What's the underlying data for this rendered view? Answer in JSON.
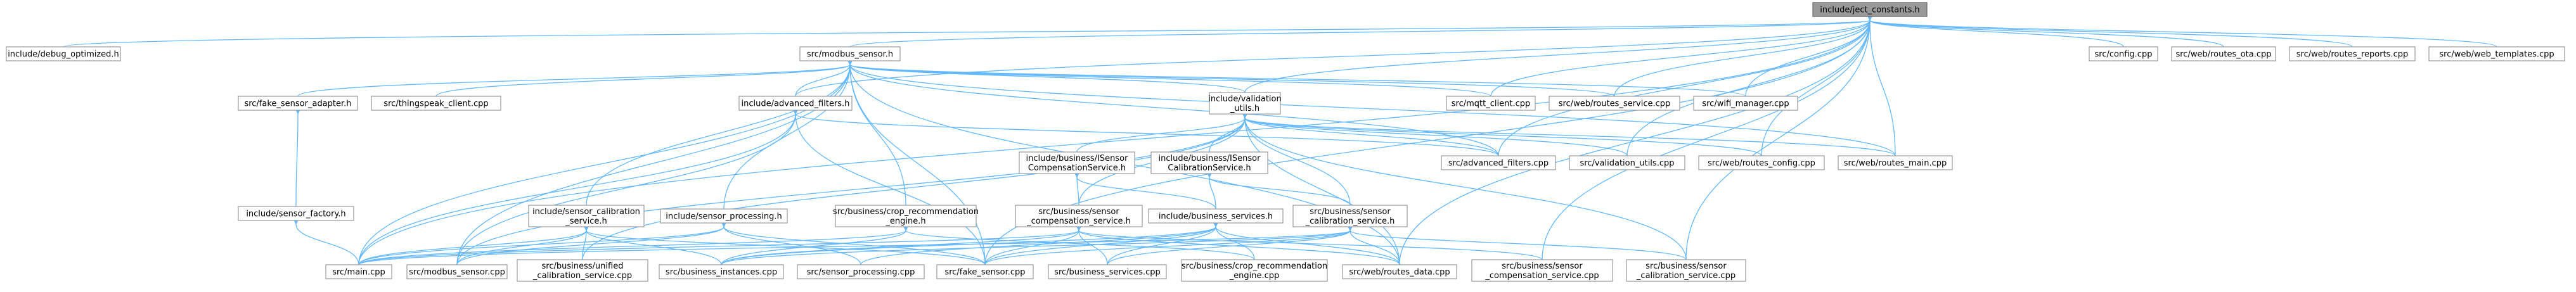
{
  "root": "include/ject_constants.h",
  "nodes": [
    {
      "id": "ject",
      "lines": [
        "include/ject_constants.h"
      ],
      "root": true
    },
    {
      "id": "debug",
      "lines": [
        "include/debug_optimized.h"
      ]
    },
    {
      "id": "modbus_sensor_h",
      "lines": [
        "src/modbus_sensor.h"
      ]
    },
    {
      "id": "config",
      "lines": [
        "src/config.cpp"
      ]
    },
    {
      "id": "routes_ota",
      "lines": [
        "src/web/routes_ota.cpp"
      ]
    },
    {
      "id": "routes_reports",
      "lines": [
        "src/web/routes_reports.cpp"
      ]
    },
    {
      "id": "web_templates",
      "lines": [
        "src/web/web_templates.cpp"
      ]
    },
    {
      "id": "fake_adapter",
      "lines": [
        "src/fake_sensor_adapter.h"
      ]
    },
    {
      "id": "thingspeak",
      "lines": [
        "src/thingspeak_client.cpp"
      ]
    },
    {
      "id": "adv_filters_h",
      "lines": [
        "include/advanced_filters.h"
      ]
    },
    {
      "id": "validation_utils_h",
      "lines": [
        "include/validation",
        "_utils.h"
      ]
    },
    {
      "id": "mqtt",
      "lines": [
        "src/mqtt_client.cpp"
      ]
    },
    {
      "id": "routes_service",
      "lines": [
        "src/web/routes_service.cpp"
      ]
    },
    {
      "id": "wifi",
      "lines": [
        "src/wifi_manager.cpp"
      ]
    },
    {
      "id": "itsensor_comp",
      "lines": [
        "include/business/ISensor",
        "CompensationService.h"
      ]
    },
    {
      "id": "itsensor_cal",
      "lines": [
        "include/business/ISensor",
        "CalibrationService.h"
      ]
    },
    {
      "id": "adv_filters_cpp",
      "lines": [
        "src/advanced_filters.cpp"
      ]
    },
    {
      "id": "validation_cpp",
      "lines": [
        "src/validation_utils.cpp"
      ]
    },
    {
      "id": "routes_config",
      "lines": [
        "src/web/routes_config.cpp"
      ]
    },
    {
      "id": "routes_main",
      "lines": [
        "src/web/routes_main.cpp"
      ]
    },
    {
      "id": "sensor_factory",
      "lines": [
        "include/sensor_factory.h"
      ]
    },
    {
      "id": "sensor_cal_h",
      "lines": [
        "include/sensor_calibration",
        "_service.h"
      ]
    },
    {
      "id": "sensor_proc_h",
      "lines": [
        "include/sensor_processing.h"
      ]
    },
    {
      "id": "crop_reco_h",
      "lines": [
        "src/business/crop_recommendation",
        "_engine.h"
      ]
    },
    {
      "id": "sensor_comp_h",
      "lines": [
        "src/business/sensor",
        "_compensation_service.h"
      ]
    },
    {
      "id": "business_services_h",
      "lines": [
        "include/business_services.h"
      ]
    },
    {
      "id": "sensor_cal_service_h",
      "lines": [
        "src/business/sensor",
        "_calibration_service.h"
      ]
    },
    {
      "id": "main",
      "lines": [
        "src/main.cpp"
      ]
    },
    {
      "id": "modbus_cpp",
      "lines": [
        "src/modbus_sensor.cpp"
      ]
    },
    {
      "id": "unified_cal",
      "lines": [
        "src/business/unified",
        "_calibration_service.cpp"
      ]
    },
    {
      "id": "business_instances",
      "lines": [
        "src/business_instances.cpp"
      ]
    },
    {
      "id": "sensor_proc_cpp",
      "lines": [
        "src/sensor_processing.cpp"
      ]
    },
    {
      "id": "fake_sensor_cpp",
      "lines": [
        "src/fake_sensor.cpp"
      ]
    },
    {
      "id": "business_services_cpp",
      "lines": [
        "src/business_services.cpp"
      ]
    },
    {
      "id": "crop_reco_cpp",
      "lines": [
        "src/business/crop_recommendation",
        "_engine.cpp"
      ]
    },
    {
      "id": "routes_data",
      "lines": [
        "src/web/routes_data.cpp"
      ]
    },
    {
      "id": "sensor_comp_cpp",
      "lines": [
        "src/business/sensor",
        "_compensation_service.cpp"
      ]
    },
    {
      "id": "sensor_cal_cpp",
      "lines": [
        "src/business/sensor",
        "_calibration_service.cpp"
      ]
    }
  ],
  "edges": [
    [
      "ject",
      "debug"
    ],
    [
      "ject",
      "modbus_sensor_h"
    ],
    [
      "ject",
      "config"
    ],
    [
      "ject",
      "routes_ota"
    ],
    [
      "ject",
      "routes_reports"
    ],
    [
      "ject",
      "web_templates"
    ],
    [
      "ject",
      "mqtt"
    ],
    [
      "ject",
      "routes_service"
    ],
    [
      "ject",
      "wifi"
    ],
    [
      "ject",
      "validation_utils_h"
    ],
    [
      "ject",
      "adv_filters_cpp"
    ],
    [
      "ject",
      "validation_cpp"
    ],
    [
      "ject",
      "routes_config"
    ],
    [
      "ject",
      "routes_main"
    ],
    [
      "ject",
      "main"
    ],
    [
      "ject",
      "routes_data"
    ],
    [
      "ject",
      "fake_sensor_cpp"
    ],
    [
      "ject",
      "sensor_comp_cpp"
    ],
    [
      "ject",
      "sensor_cal_cpp"
    ],
    [
      "ject",
      "adv_filters_h"
    ],
    [
      "modbus_sensor_h",
      "fake_adapter"
    ],
    [
      "modbus_sensor_h",
      "thingspeak"
    ],
    [
      "modbus_sensor_h",
      "adv_filters_h"
    ],
    [
      "modbus_sensor_h",
      "validation_utils_h"
    ],
    [
      "modbus_sensor_h",
      "mqtt"
    ],
    [
      "modbus_sensor_h",
      "routes_service"
    ],
    [
      "modbus_sensor_h",
      "wifi"
    ],
    [
      "modbus_sensor_h",
      "main"
    ],
    [
      "modbus_sensor_h",
      "modbus_cpp"
    ],
    [
      "modbus_sensor_h",
      "sensor_cal_h"
    ],
    [
      "modbus_sensor_h",
      "sensor_proc_h"
    ],
    [
      "modbus_sensor_h",
      "crop_reco_h"
    ],
    [
      "modbus_sensor_h",
      "fake_sensor_cpp"
    ],
    [
      "modbus_sensor_h",
      "routes_data"
    ],
    [
      "modbus_sensor_h",
      "adv_filters_cpp"
    ],
    [
      "modbus_sensor_h",
      "routes_main"
    ],
    [
      "fake_adapter",
      "sensor_factory"
    ],
    [
      "sensor_factory",
      "main"
    ],
    [
      "adv_filters_h",
      "adv_filters_cpp"
    ],
    [
      "adv_filters_h",
      "main"
    ],
    [
      "adv_filters_h",
      "modbus_cpp"
    ],
    [
      "adv_filters_h",
      "fake_sensor_cpp"
    ],
    [
      "validation_utils_h",
      "itsensor_comp"
    ],
    [
      "validation_utils_h",
      "itsensor_cal"
    ],
    [
      "validation_utils_h",
      "validation_cpp"
    ],
    [
      "validation_utils_h",
      "routes_config"
    ],
    [
      "validation_utils_h",
      "routes_main"
    ],
    [
      "validation_utils_h",
      "adv_filters_cpp"
    ],
    [
      "validation_utils_h",
      "sensor_comp_h"
    ],
    [
      "validation_utils_h",
      "sensor_cal_service_h"
    ],
    [
      "validation_utils_h",
      "routes_data"
    ],
    [
      "validation_utils_h",
      "unified_cal"
    ],
    [
      "validation_utils_h",
      "modbus_cpp"
    ],
    [
      "validation_utils_h",
      "sensor_cal_cpp"
    ],
    [
      "itsensor_comp",
      "sensor_comp_h"
    ],
    [
      "itsensor_comp",
      "business_services_h"
    ],
    [
      "itsensor_cal",
      "sensor_cal_service_h"
    ],
    [
      "itsensor_cal",
      "business_services_h"
    ],
    [
      "sensor_cal_h",
      "main"
    ],
    [
      "sensor_cal_h",
      "unified_cal"
    ],
    [
      "sensor_cal_h",
      "business_instances"
    ],
    [
      "sensor_cal_h",
      "fake_sensor_cpp"
    ],
    [
      "sensor_cal_h",
      "modbus_cpp"
    ],
    [
      "sensor_proc_h",
      "main"
    ],
    [
      "sensor_proc_h",
      "sensor_proc_cpp"
    ],
    [
      "sensor_proc_h",
      "modbus_cpp"
    ],
    [
      "sensor_proc_h",
      "fake_sensor_cpp"
    ],
    [
      "crop_reco_h",
      "crop_reco_cpp"
    ],
    [
      "crop_reco_h",
      "business_instances"
    ],
    [
      "crop_reco_h",
      "main"
    ],
    [
      "sensor_comp_h",
      "sensor_comp_cpp"
    ],
    [
      "sensor_comp_h",
      "business_instances"
    ],
    [
      "sensor_comp_h",
      "main"
    ],
    [
      "sensor_comp_h",
      "business_services_cpp"
    ],
    [
      "sensor_comp_h",
      "fake_sensor_cpp"
    ],
    [
      "sensor_comp_h",
      "routes_data"
    ],
    [
      "business_services_h",
      "business_services_cpp"
    ],
    [
      "business_services_h",
      "business_instances"
    ],
    [
      "business_services_h",
      "crop_reco_cpp"
    ],
    [
      "business_services_h",
      "fake_sensor_cpp"
    ],
    [
      "business_services_h",
      "sensor_proc_cpp"
    ],
    [
      "business_services_h",
      "routes_data"
    ],
    [
      "sensor_cal_service_h",
      "sensor_cal_cpp"
    ],
    [
      "sensor_cal_service_h",
      "business_instances"
    ],
    [
      "sensor_cal_service_h",
      "business_services_cpp"
    ],
    [
      "sensor_cal_service_h",
      "routes_data"
    ],
    [
      "sensor_cal_service_h",
      "fake_sensor_cpp"
    ],
    [
      "sensor_cal_service_h",
      "main"
    ]
  ]
}
